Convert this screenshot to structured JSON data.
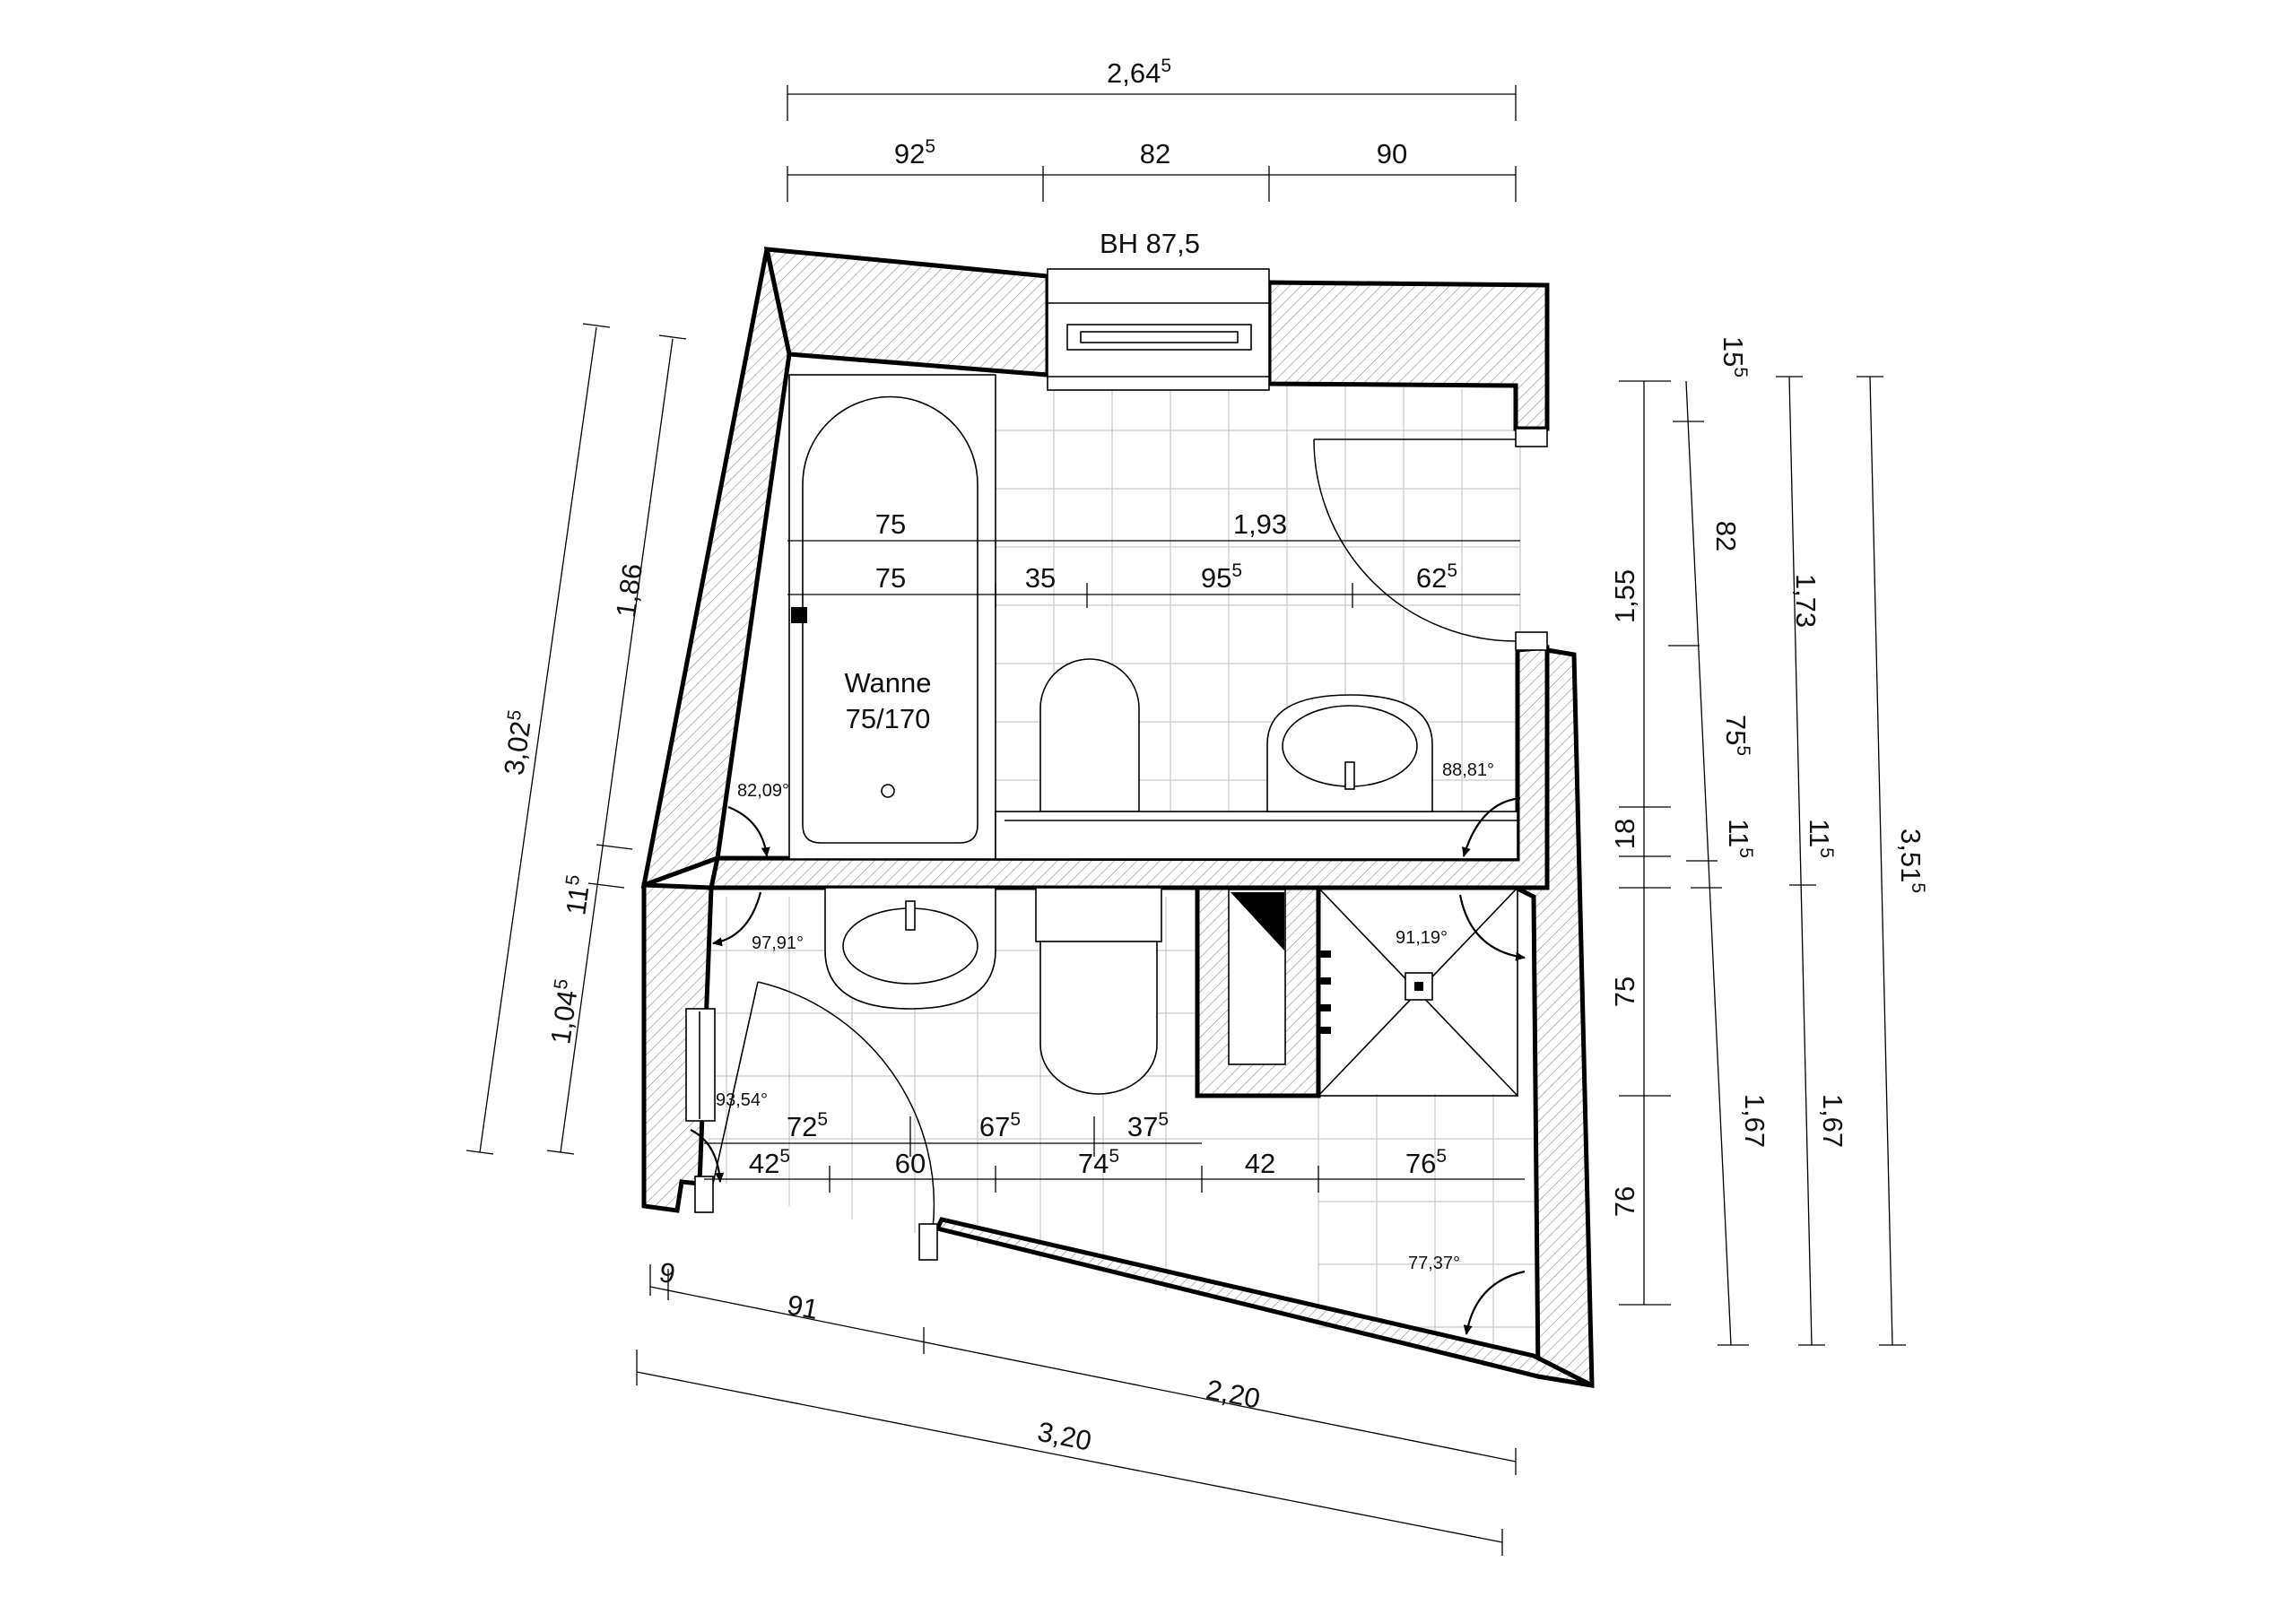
{
  "dimensions": {
    "top_overall": "2,64",
    "top_overall_sup": "5",
    "top_seg1": "92",
    "top_seg1_sup": "5",
    "top_seg2": "82",
    "top_seg3": "90",
    "window_label": "BH 87,5",
    "row1_a": "75",
    "row1_b": "1,93",
    "row2_a": "75",
    "row2_b": "35",
    "row2_c": "95",
    "row2_c_sup": "5",
    "row2_d": "62",
    "row2_d_sup": "5",
    "lower_row1_a": "72",
    "lower_row1_a_sup": "5",
    "lower_row1_b": "67",
    "lower_row1_b_sup": "5",
    "lower_row1_c": "37",
    "lower_row1_c_sup": "5",
    "lower_row2_a": "42",
    "lower_row2_a_sup": "5",
    "lower_row2_b": "60",
    "lower_row2_c": "74",
    "lower_row2_c_sup": "5",
    "lower_row2_d": "42",
    "lower_row2_e": "76",
    "lower_row2_e_sup": "5",
    "left_overall": "3,02",
    "left_overall_sup": "5",
    "left_upper": "1,86",
    "left_mid": "11",
    "left_mid_sup": "5",
    "left_lower": "1,04",
    "left_lower_sup": "5",
    "right_a1": "1,55",
    "right_a2": "18",
    "right_a3": "75",
    "right_a4": "76",
    "right_b1": "15",
    "right_b1_sup": "5",
    "right_b2": "82",
    "right_b3": "75",
    "right_b3_sup": "5",
    "right_b4": "11",
    "right_b4_sup": "5",
    "right_b5": "1,67",
    "right_c1": "1,73",
    "right_c2": "11",
    "right_c2_sup": "5",
    "right_c3": "1,67",
    "right_d1": "3,51",
    "right_d1_sup": "5",
    "bottom_a": "9",
    "bottom_b": "91",
    "bottom_c": "2,20",
    "bottom_overall": "3,20"
  },
  "labels": {
    "tub_line1": "Wanne",
    "tub_line2": "75/170"
  },
  "angles": {
    "a1": "82,09°",
    "a2": "88,81°",
    "a3": "97,91°",
    "a4": "91,19°",
    "a5": "93,54°",
    "a6": "77,37°"
  }
}
